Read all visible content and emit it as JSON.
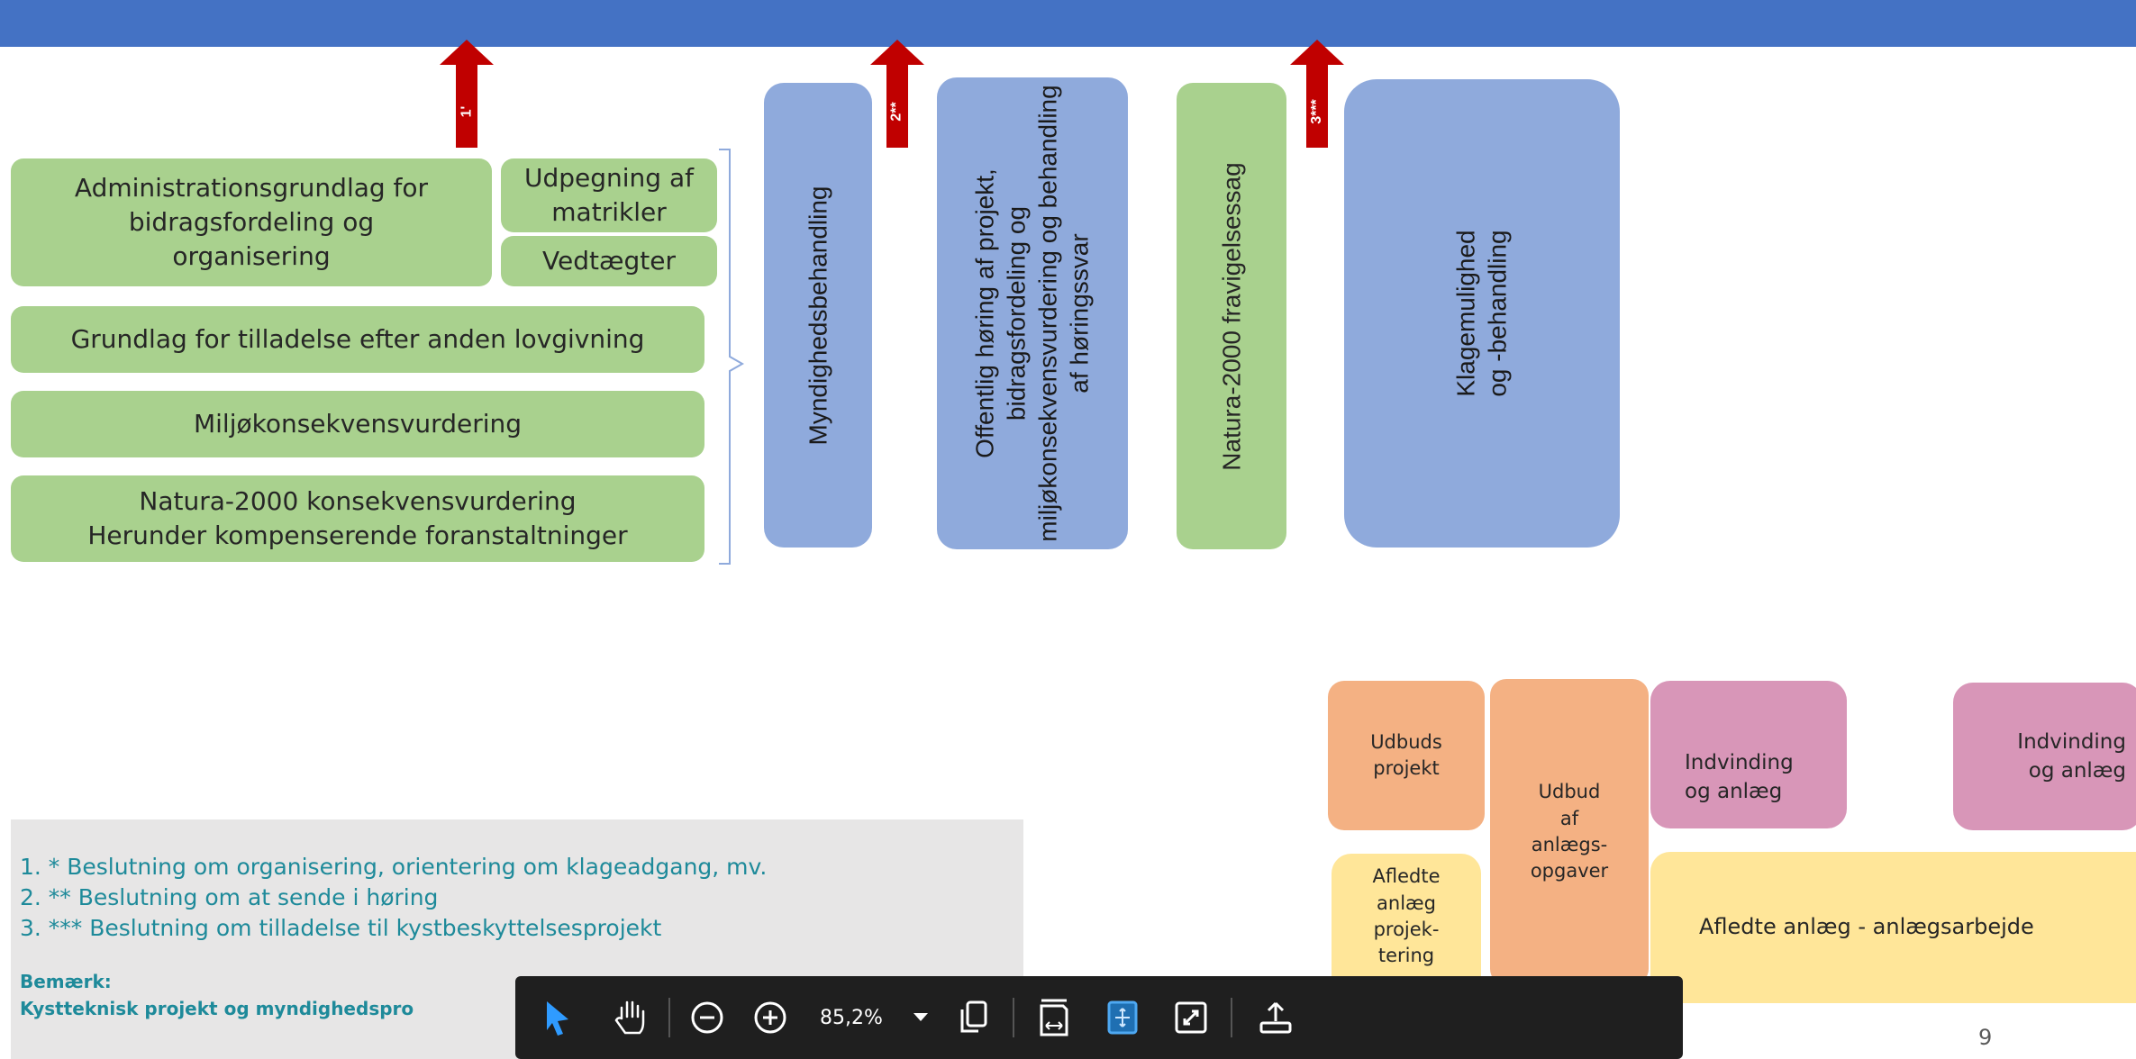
{
  "arrows": [
    {
      "label": "1'"
    },
    {
      "label": "2**"
    },
    {
      "label": "3***"
    }
  ],
  "left_boxes": {
    "admin": "Administrationsgrundlag for bidragsfordeling og organisering",
    "udpegning": "Udpegning af matrikler",
    "vedtaegter": "Vedtægter",
    "grundlag": "Grundlag for tilladelse efter anden lovgivning",
    "miljo": "Miljøkonsekvensvurdering",
    "natura_line1": "Natura-2000 konsekvensvurdering",
    "natura_line2": "Herunder kompenserende foranstaltninger"
  },
  "columns": {
    "myndighed": "Myndighedsbehandling",
    "hoering_line1": "Offentlig høring af projekt,",
    "hoering_line2": "bidragsfordeling og",
    "hoering_line3": "miljøkonsekvensvurdering og behandling",
    "hoering_line4": "af høringssvar",
    "natura_fravig": "Natura-2000 fravigelsessag",
    "klage_line1": "Klagemulighed",
    "klage_line2": "og -behandling"
  },
  "bottom_boxes": {
    "udbuds_projekt_1": "Udbuds",
    "udbuds_projekt_2": "projekt",
    "udbud_1": "Udbud",
    "udbud_2": "af",
    "udbud_3": "anlægs-",
    "udbud_4": "opgaver",
    "indvinding1_1": "Indvinding",
    "indvinding1_2": "og anlæg",
    "indvinding2_1": "Indvinding",
    "indvinding2_2": "og anlæg",
    "afledte_proj_1": "Afledte",
    "afledte_proj_2": "anlæg",
    "afledte_proj_3": "projek-",
    "afledte_proj_4": "tering",
    "afledte_arb": "Afledte anlæg - anlægsarbejde"
  },
  "notes": {
    "n1": "1. * Beslutning om organisering, orientering om klageadgang, mv.",
    "n2": "2. ** Beslutning om at sende i høring",
    "n3": "3. *** Beslutning om tilladelse til kystbeskyttelsesprojekt",
    "bemaerk": "Bemærk:",
    "bemaerk_text": "Kystteknisk projekt og myndighedspro"
  },
  "toolbar": {
    "zoom": "85,2%",
    "icons": [
      "cursor-icon",
      "hand-icon",
      "zoom-out-icon",
      "zoom-in-icon",
      "dropdown-icon",
      "copy-icon",
      "fit-width-icon",
      "fit-page-icon",
      "fullscreen-icon",
      "upload-icon"
    ]
  },
  "page_number": "9",
  "colors": {
    "topbar": "#4472c4",
    "arrow": "#c00000",
    "green": "#a9d18e",
    "blue": "#8faadc",
    "orange": "#f4b183",
    "pink": "#d896b8",
    "yellow": "#ffe699",
    "note_text": "#1e8a9a"
  }
}
